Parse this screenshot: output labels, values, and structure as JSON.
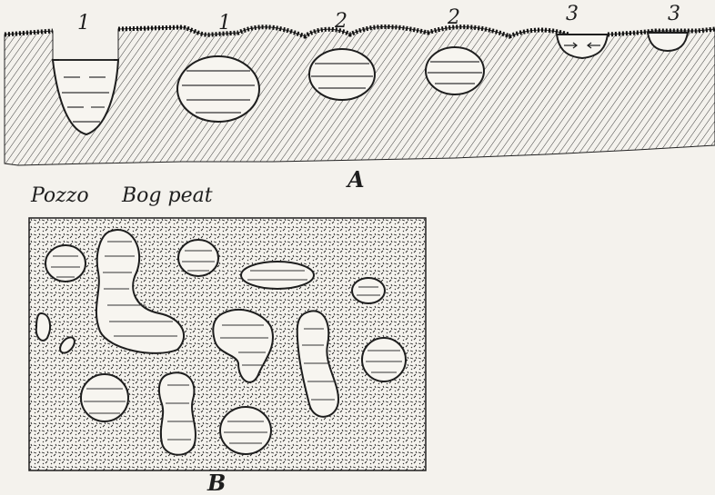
{
  "panel_a": {
    "pit_labels": [
      "1",
      "1",
      "2",
      "2",
      "3",
      "3"
    ],
    "caption_left": "Pozzo",
    "caption_right": "Bog peat",
    "panel_letter": "A"
  },
  "panel_b": {
    "panel_letter": "B"
  },
  "colors": {
    "ink": "#1e1e1e",
    "paper": "#f4f2ed",
    "water": "#f7f5f0"
  }
}
